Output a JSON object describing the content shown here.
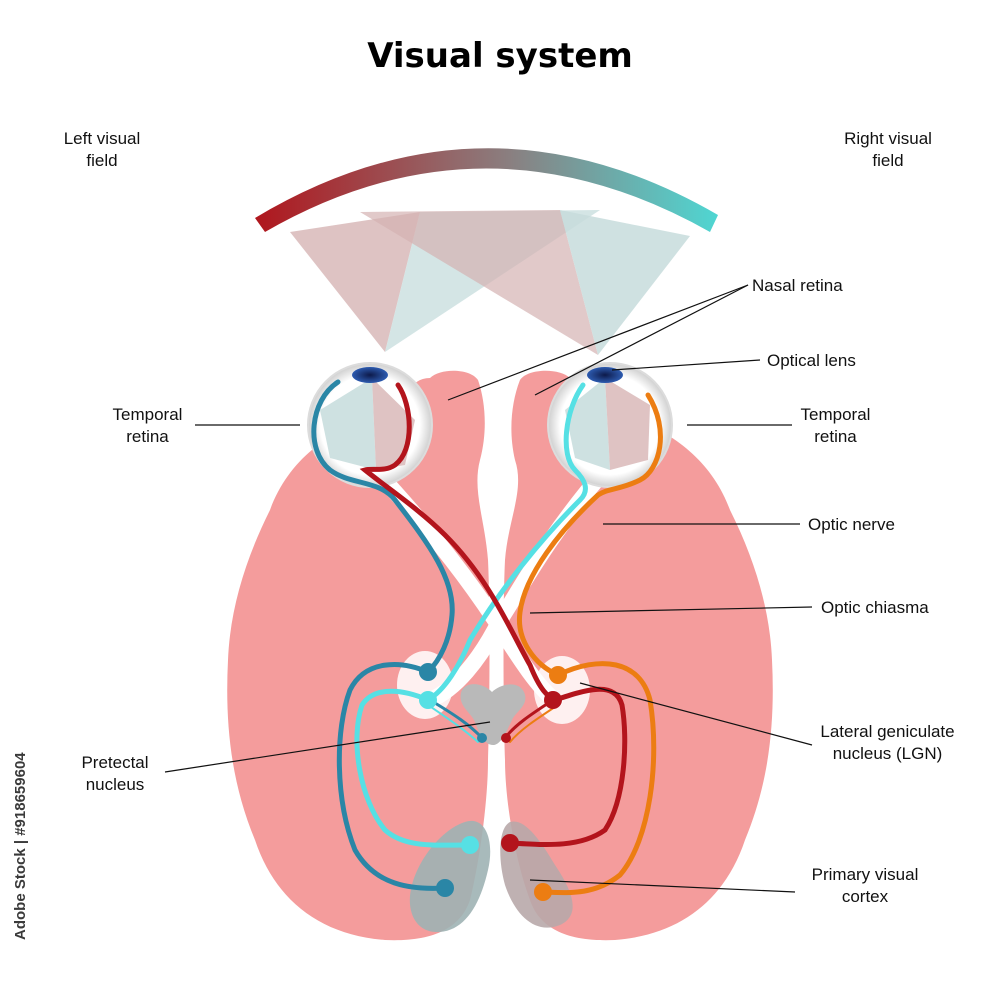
{
  "title": "Visual system",
  "labels": {
    "left_visual_field": [
      "Left visual",
      "field"
    ],
    "right_visual_field": [
      "Right visual",
      "field"
    ],
    "nasal_retina": "Nasal retina",
    "optical_lens": "Optical lens",
    "temporal_retina_left": [
      "Temporal",
      "retina"
    ],
    "temporal_retina_right": [
      "Temporal",
      "retina"
    ],
    "optic_nerve": "Optic nerve",
    "optic_chiasma": "Optic chiasma",
    "lgn": [
      "Lateral geniculate",
      "nucleus (LGN)"
    ],
    "pretectal_nucleus": [
      "Pretectal",
      "nucleus"
    ],
    "primary_visual_cortex": [
      "Primary visual",
      "cortex"
    ]
  },
  "watermark": "Adobe Stock | #918659604",
  "colors": {
    "brain": "#f49c9c",
    "left_field": "#b0161d",
    "right_field": "#4fd6d2",
    "pathway_dark_teal": "#2a86a6",
    "pathway_cyan": "#56e0e4",
    "pathway_red": "#b3141c",
    "pathway_orange": "#ec7d12",
    "cortex_area": "#9fb2b4",
    "pretectal_area": "#b9b9b9"
  }
}
